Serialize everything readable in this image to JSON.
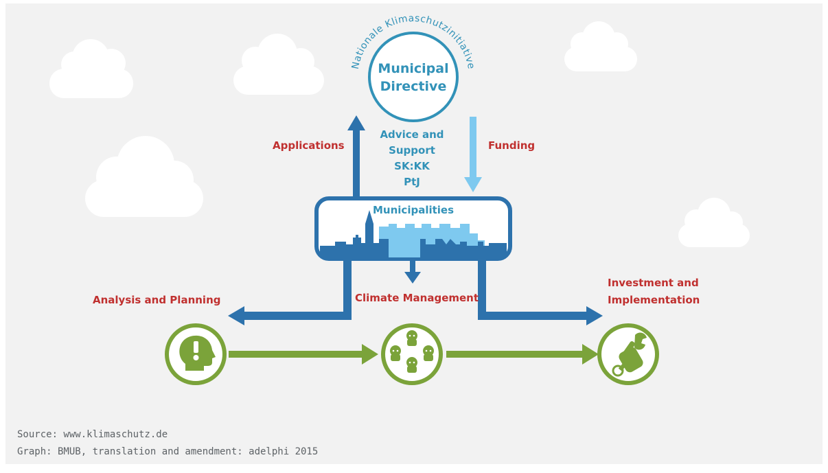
{
  "top_node": {
    "arc_text": "Nationale Klimaschutzinitiative",
    "title_line1": "Municipal",
    "title_line2": "Directive"
  },
  "labels": {
    "applications": "Applications",
    "funding": "Funding",
    "advice_line1": "Advice and",
    "advice_line2": "Support",
    "advice_line3": "SK:KK",
    "advice_line4": "PtJ",
    "municipalities": "Municipalities",
    "analysis": "Analysis and Planning",
    "climate": "Climate Management",
    "investment_line1": "Investment and",
    "investment_line2": "Implementation"
  },
  "icons": {
    "left": "head-exclamation-icon",
    "center": "people-group-icon",
    "right": "hand-wrench-icon"
  },
  "source": {
    "line1": "Source: www.klimaschutz.de",
    "line2": "Graph: BMUB, translation and amendment: adelphi 2015"
  },
  "colors": {
    "blue": "#2d72ac",
    "light_blue": "#7ec9ef",
    "teal": "#3292b8",
    "red": "#c0302f",
    "green": "#7ba33a",
    "background": "#f2f2f2"
  }
}
